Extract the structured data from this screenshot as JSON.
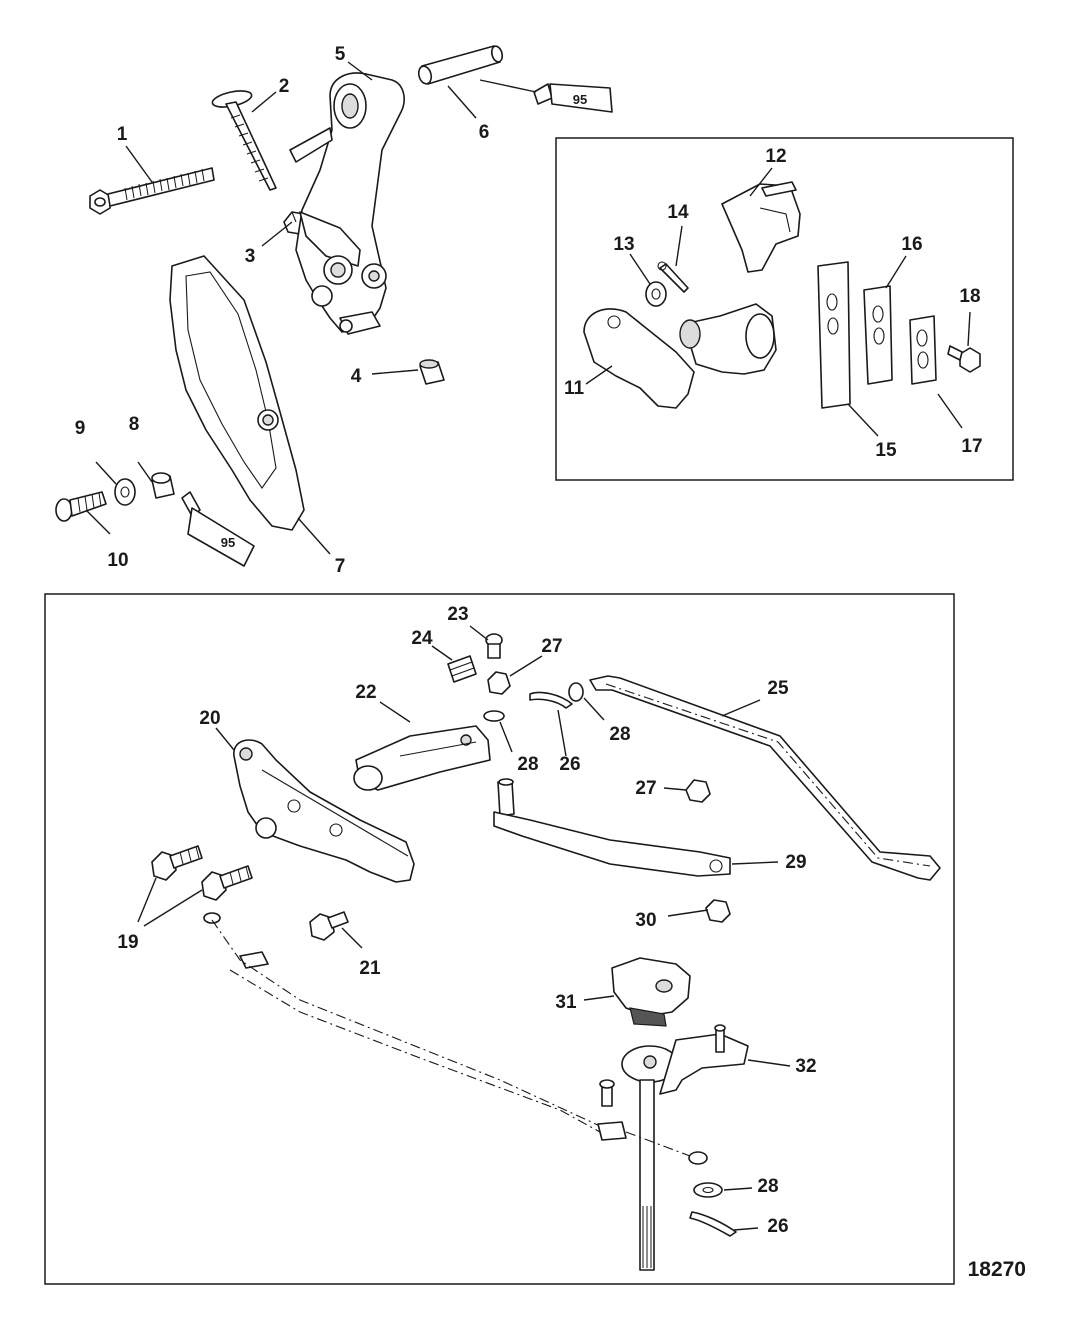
{
  "figure_id": "18270",
  "sealant_tube_label": "95",
  "callouts": {
    "c1": "1",
    "c2": "2",
    "c3": "3",
    "c4": "4",
    "c5": "5",
    "c6": "6",
    "c7": "7",
    "c8": "8",
    "c9": "9",
    "c10": "10",
    "c11": "11",
    "c12": "12",
    "c13": "13",
    "c14": "14",
    "c15": "15",
    "c16": "16",
    "c17": "17",
    "c18": "18",
    "c19": "19",
    "c20": "20",
    "c21": "21",
    "c22": "22",
    "c23": "23",
    "c24": "24",
    "c25": "25",
    "c26a": "26",
    "c26b": "26",
    "c27a": "27",
    "c27b": "27",
    "c28a": "28",
    "c28b": "28",
    "c28c": "28",
    "c29": "29",
    "c30": "30",
    "c31": "31",
    "c32": "32"
  }
}
